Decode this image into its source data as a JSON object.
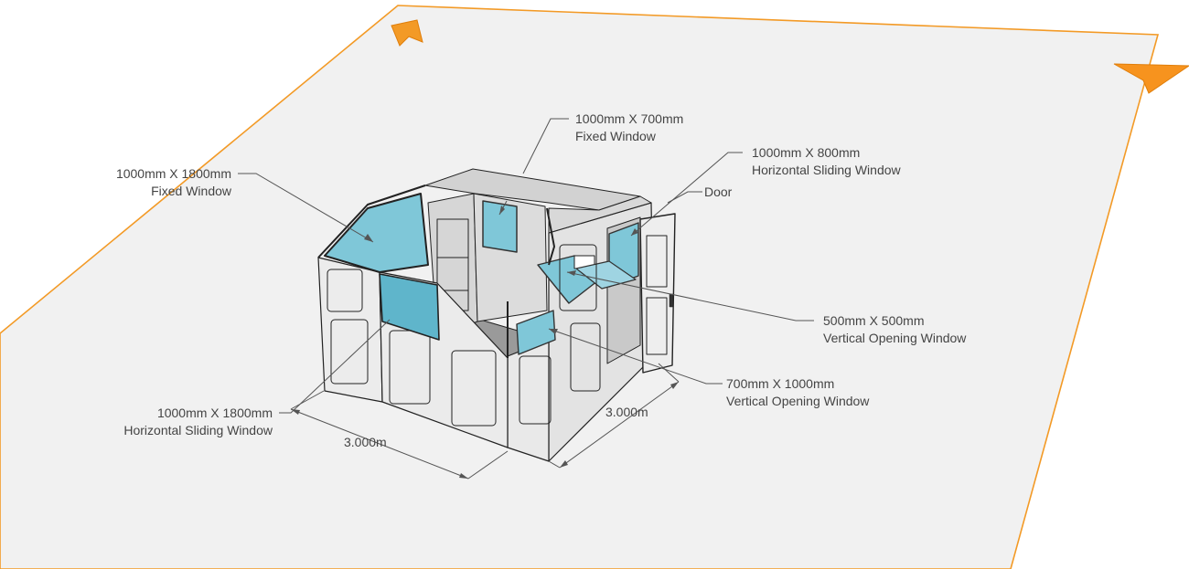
{
  "labels": {
    "fixed_window_top": {
      "size": "1000mm X 700mm",
      "type": "Fixed Window"
    },
    "fixed_window_left": {
      "size": "1000mm X 1800mm",
      "type": "Fixed Window"
    },
    "horizontal_sliding_right": {
      "size": "1000mm X 800mm",
      "type": "Horizontal Sliding Window"
    },
    "door": "Door",
    "vertical_opening_small": {
      "size": "500mm X 500mm",
      "type": "Vertical Opening Window"
    },
    "vertical_opening_large": {
      "size": "700mm X 1000mm",
      "type": "Vertical Opening Window"
    },
    "horizontal_sliding_left": {
      "size": "1000mm X 1800mm",
      "type": "Horizontal Sliding Window"
    }
  },
  "dimensions": {
    "width": "3.000m",
    "depth": "3.000m"
  },
  "colors": {
    "ground_plane": "#f1f1f1",
    "section_plane_edge": "#f39a26",
    "glass": "#7fc7d8",
    "wall": "#ececec",
    "floor": "#9a9a9a"
  }
}
